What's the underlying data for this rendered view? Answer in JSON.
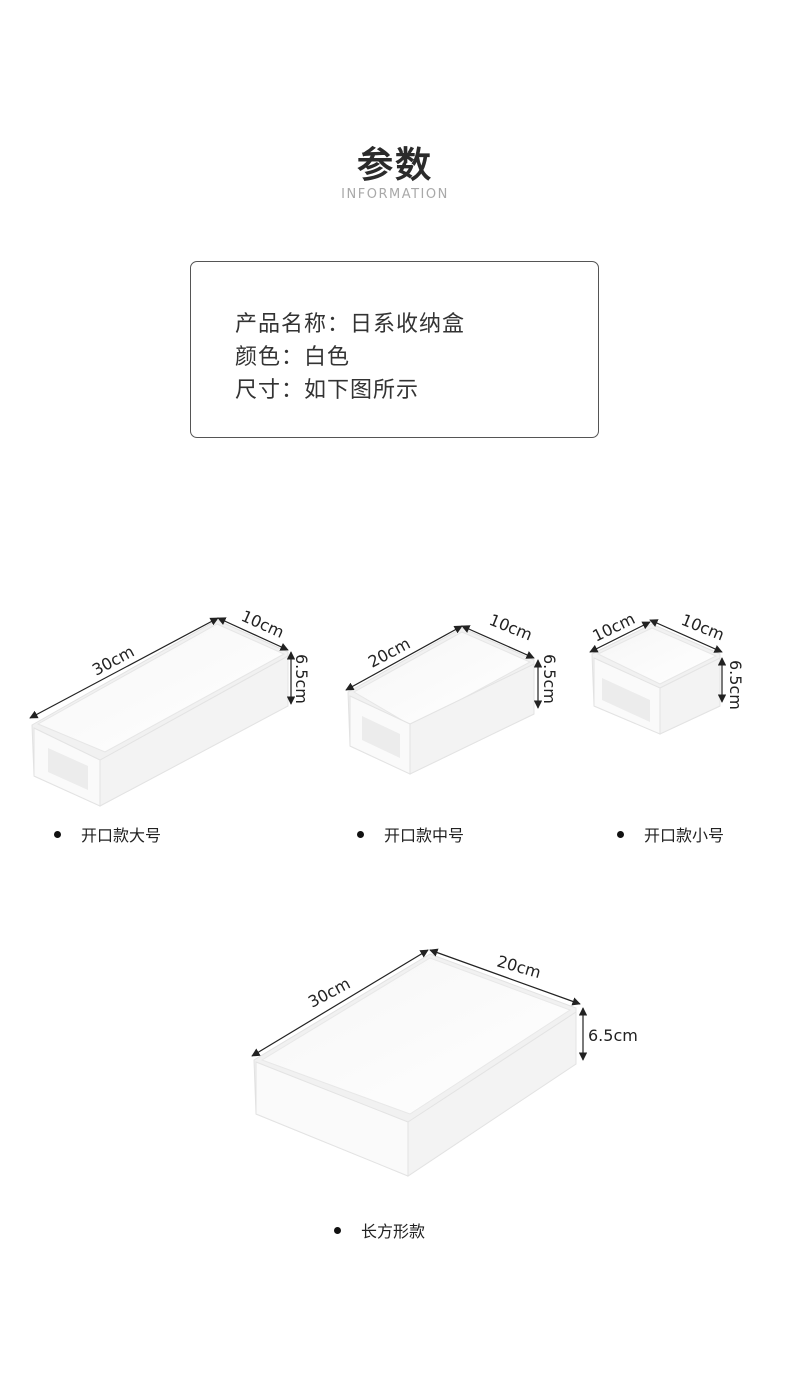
{
  "header": {
    "title": "参数",
    "subtitle": "INFORMATION"
  },
  "info": {
    "product_name": "产品名称：日系收纳盒",
    "color": "颜色：白色",
    "size": "尺寸：如下图所示"
  },
  "products": [
    {
      "caption": "开口款大号",
      "length": "30cm",
      "width": "10cm",
      "height": "6.5cm"
    },
    {
      "caption": "开口款中号",
      "length": "20cm",
      "width": "10cm",
      "height": "6.5cm"
    },
    {
      "caption": "开口款小号",
      "length": "10cm",
      "width": "10cm",
      "height": "6.5cm"
    },
    {
      "caption": "长方形款",
      "length": "30cm",
      "width": "20cm",
      "height": "6.5cm"
    }
  ]
}
